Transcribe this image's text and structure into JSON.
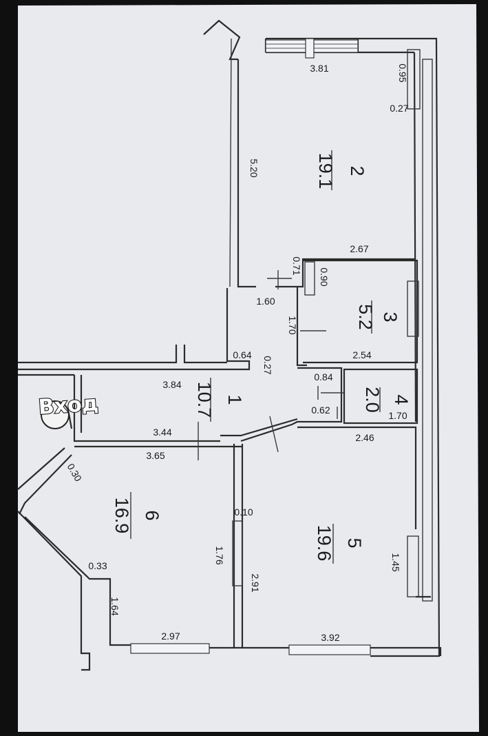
{
  "entry_label": "Вход",
  "rooms": [
    {
      "number": "2",
      "area": "19.1"
    },
    {
      "number": "3",
      "area": "5.2"
    },
    {
      "number": "1",
      "area": "10.7"
    },
    {
      "number": "4",
      "area": "2.0"
    },
    {
      "number": "6",
      "area": "16.9"
    },
    {
      "number": "5",
      "area": "19.6"
    }
  ],
  "dimensions": [
    "3.81",
    "0.95",
    "0.27",
    "5.20",
    "2.67",
    "0.71",
    "0.90",
    "1.60",
    "1.70",
    "2.54",
    "0.64",
    "0.27",
    "0.84",
    "3.84",
    "0.62",
    "1.70",
    "3.44",
    "2.46",
    "3.65",
    "0.30",
    "0.10",
    "0.33",
    "1.76",
    "2.91",
    "1.45",
    "1.64",
    "2.97",
    "3.92"
  ],
  "colors": {
    "paper": "#e9eaee",
    "background": "#111111",
    "lines": "#2b2b2b"
  }
}
